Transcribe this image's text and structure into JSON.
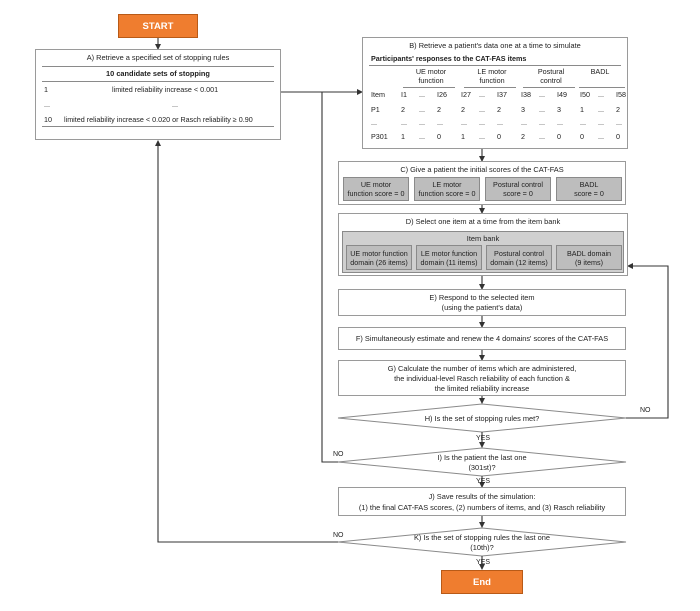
{
  "start": "START",
  "end": "End",
  "labels": {
    "yes": "YES",
    "no": "NO"
  },
  "box_a": {
    "title": "A)  Retrieve a specified set of stopping rules",
    "header": "10 candidate sets of stopping",
    "rows": [
      {
        "num": "1",
        "text": "limited reliability increase < 0.001"
      },
      {
        "num": "...",
        "text": "..."
      },
      {
        "num": "10",
        "text": "limited reliability increase < 0.020 or Rasch reliability ≥ 0.90"
      }
    ]
  },
  "box_b": {
    "title": "B) Retrieve a patient's data one at a time to simulate",
    "subtitle": "Participants' responses to the CAT-FAS items",
    "groups": [
      {
        "line1": "UE motor",
        "line2": "function"
      },
      {
        "line1": "LE motor",
        "line2": "function"
      },
      {
        "line1": "Postural",
        "line2": "control"
      },
      {
        "line1": "BADL",
        "line2": ""
      }
    ],
    "columns": [
      "Item",
      "I1",
      "...",
      "I26",
      "I27",
      "...",
      "I37",
      "I38",
      "...",
      "I49",
      "I50",
      "...",
      "I58"
    ],
    "rows": [
      [
        "P1",
        "2",
        "...",
        "2",
        "2",
        "...",
        "2",
        "3",
        "...",
        "3",
        "1",
        "...",
        "2"
      ],
      [
        "...",
        "...",
        "...",
        "...",
        "...",
        "...",
        "...",
        "...",
        "...",
        "...",
        "...",
        "...",
        "..."
      ],
      [
        "P301",
        "1",
        "...",
        "0",
        "1",
        "...",
        "0",
        "2",
        "...",
        "0",
        "0",
        "...",
        "0"
      ]
    ]
  },
  "box_c": {
    "title": "C) Give a patient the initial scores of the CAT-FAS",
    "scores": [
      {
        "line1": "UE motor",
        "line2": "function score = 0"
      },
      {
        "line1": "LE motor",
        "line2": "function score = 0"
      },
      {
        "line1": "Postural control",
        "line2": "score = 0"
      },
      {
        "line1": "BADL",
        "line2": "score = 0"
      }
    ]
  },
  "box_d": {
    "title": "D) Select one item at a time from the item bank",
    "bank_title": "Item bank",
    "domains": [
      {
        "line1": "UE motor function",
        "line2": "domain (26 items)"
      },
      {
        "line1": "LE motor function",
        "line2": "domain (11 items)"
      },
      {
        "line1": "Postural control",
        "line2": "domain (12 items)"
      },
      {
        "line1": "BADL domain",
        "line2": "(9 items)"
      }
    ]
  },
  "box_e": {
    "line1": "E) Respond to the selected item",
    "line2": "(using the patient's data)"
  },
  "box_f": {
    "line1": "F) Simultaneously estimate and renew the 4 domains' scores of the CAT-FAS"
  },
  "box_g": {
    "line1": "G) Calculate the number of items which are administered,",
    "line2": "the individual-level Rasch reliability of each function &",
    "line3": "the limited reliability increase"
  },
  "dec_h": {
    "line1": "H) Is the set of stopping rules met?"
  },
  "dec_i": {
    "line1": "I) Is the patient the last one",
    "line2": "(301st)?"
  },
  "box_j": {
    "line1": "J) Save results of the simulation:",
    "line2": "(1) the final CAT-FAS scores, (2) numbers of items, and (3) Rasch reliability"
  },
  "dec_k": {
    "line1": "K) Is the set of stopping rules the last one",
    "line2": "(10th)?"
  }
}
